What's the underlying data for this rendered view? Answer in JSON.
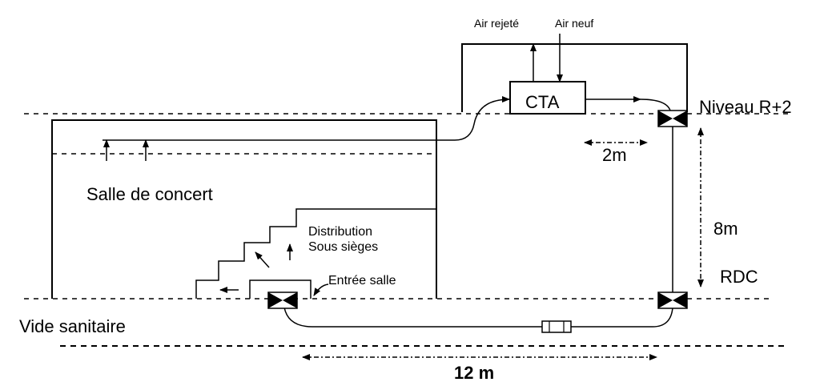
{
  "labels": {
    "air_rejete": "Air rejeté",
    "air_neuf": "Air neuf",
    "cta": "CTA",
    "niveau": "Niveau R+2",
    "dim_2m": "2m",
    "salle": "Salle de concert",
    "distribution_1": "Distribution",
    "distribution_2": "Sous sièges",
    "dim_8m": "8m",
    "rdc": "RDC",
    "entree": "Entrée salle",
    "vide": "Vide sanitaire",
    "dim_12m": "12 m"
  }
}
